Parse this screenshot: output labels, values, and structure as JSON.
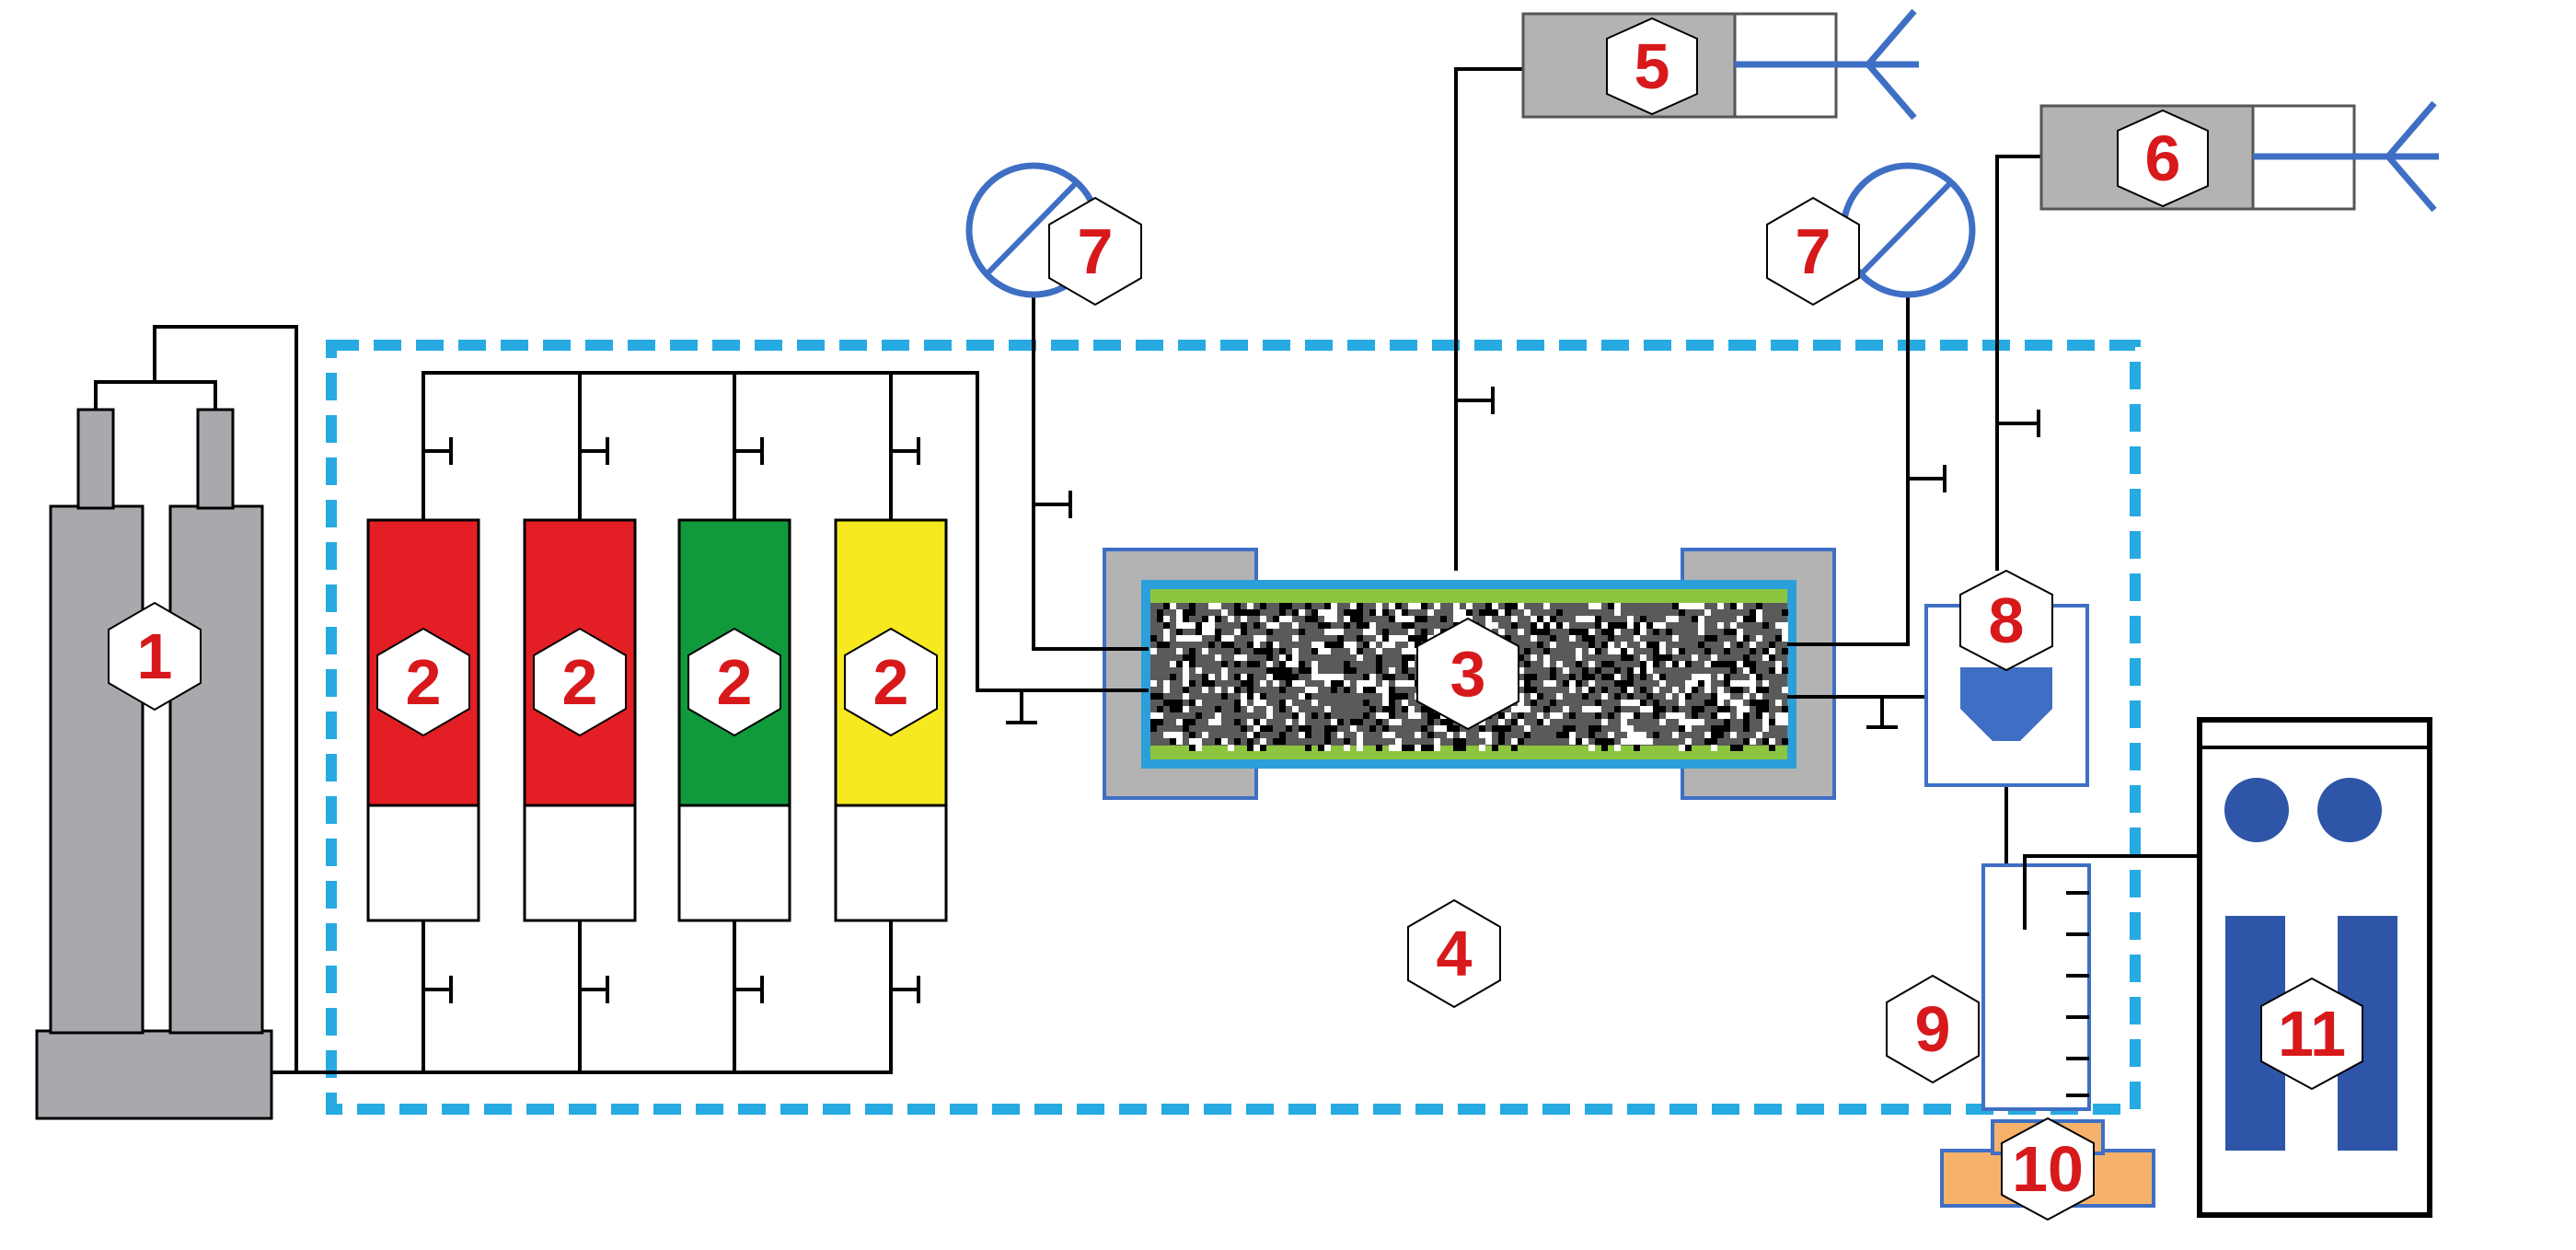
{
  "labels": {
    "gas_cylinders": "1",
    "piston_container_1": "2",
    "piston_container_2": "2",
    "piston_container_3": "2",
    "piston_container_4": "2",
    "core_holder": "3",
    "thermostat": "4",
    "pump_upper": "5",
    "pump_right": "6",
    "gauge_left": "7",
    "gauge_right": "7",
    "separator": "8",
    "graduated_cylinder": "9",
    "balance": "10",
    "gas_meter": "11"
  },
  "colors": {
    "container_1": "#e41e25",
    "container_2": "#e41e25",
    "container_3": "#109a3c",
    "container_4": "#f6e91f",
    "cylinder_fill": "#a7a9ac",
    "thermostat_border": "#27aae1",
    "core_holder_frame": "#2b9fd9",
    "core_holder_band": "#8cc63f",
    "gauge_stroke": "#3f6fc4",
    "pump_body": "#b3b3b3",
    "balance_fill": "#f6b26b",
    "meter_bars": "#2e55a8",
    "label_text": "#d7191c"
  }
}
